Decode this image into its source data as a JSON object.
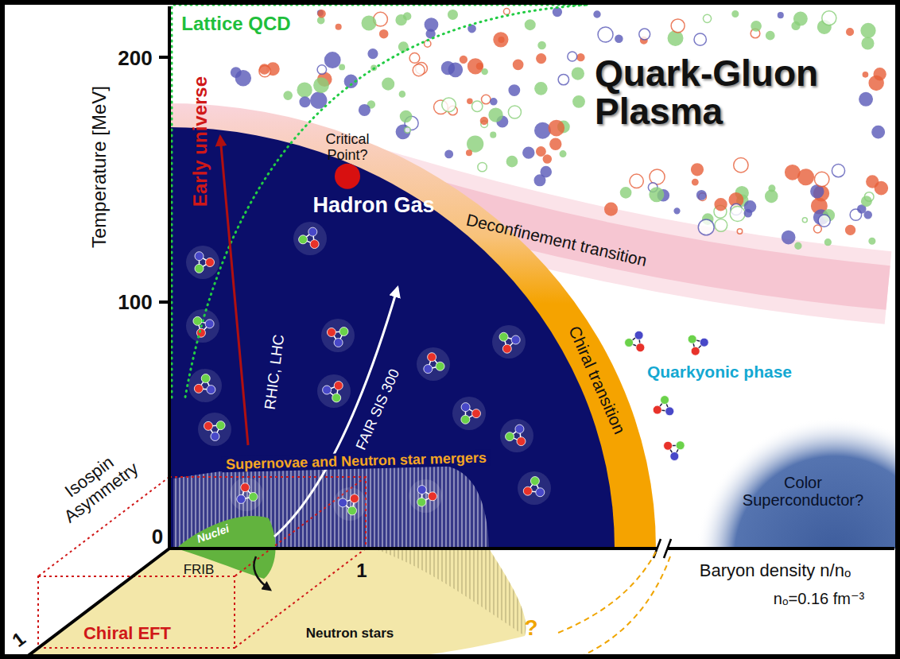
{
  "diagram": {
    "nodes": [
      {
        "text": [
          "Hadron Gas"
        ]
      },
      {
        "text": [
          "Critical Point?"
        ]
      },
      {
        "text": [
          "Deconfinement transition"
        ]
      },
      {
        "text": [
          "Chiral transition"
        ]
      },
      {
        "text": [
          "Supernovae and Neutron star mergers"
        ]
      },
      {
        "text": [
          "Nuclei"
        ]
      },
      {
        "text": [
          "Neutron stars"
        ]
      },
      {
        "text": [
          "Chiral EFT"
        ]
      },
      {
        "text": [
          "Color Superconductor?"
        ]
      }
    ],
    "labels": [
      "Lattice QCD",
      "Early universe",
      "Quark-Gluon Plasma",
      "Temperature [MeV]",
      "200",
      "100",
      "0",
      "RHIC, LHC",
      "FAIR SIS 300",
      "Quarkyonic phase",
      "FRIB",
      "1",
      "Isospin Asymmetry",
      "1",
      "Baryon density n/nₒ",
      "nₒ=0.16 fm⁻³",
      "?"
    ]
  }
}
